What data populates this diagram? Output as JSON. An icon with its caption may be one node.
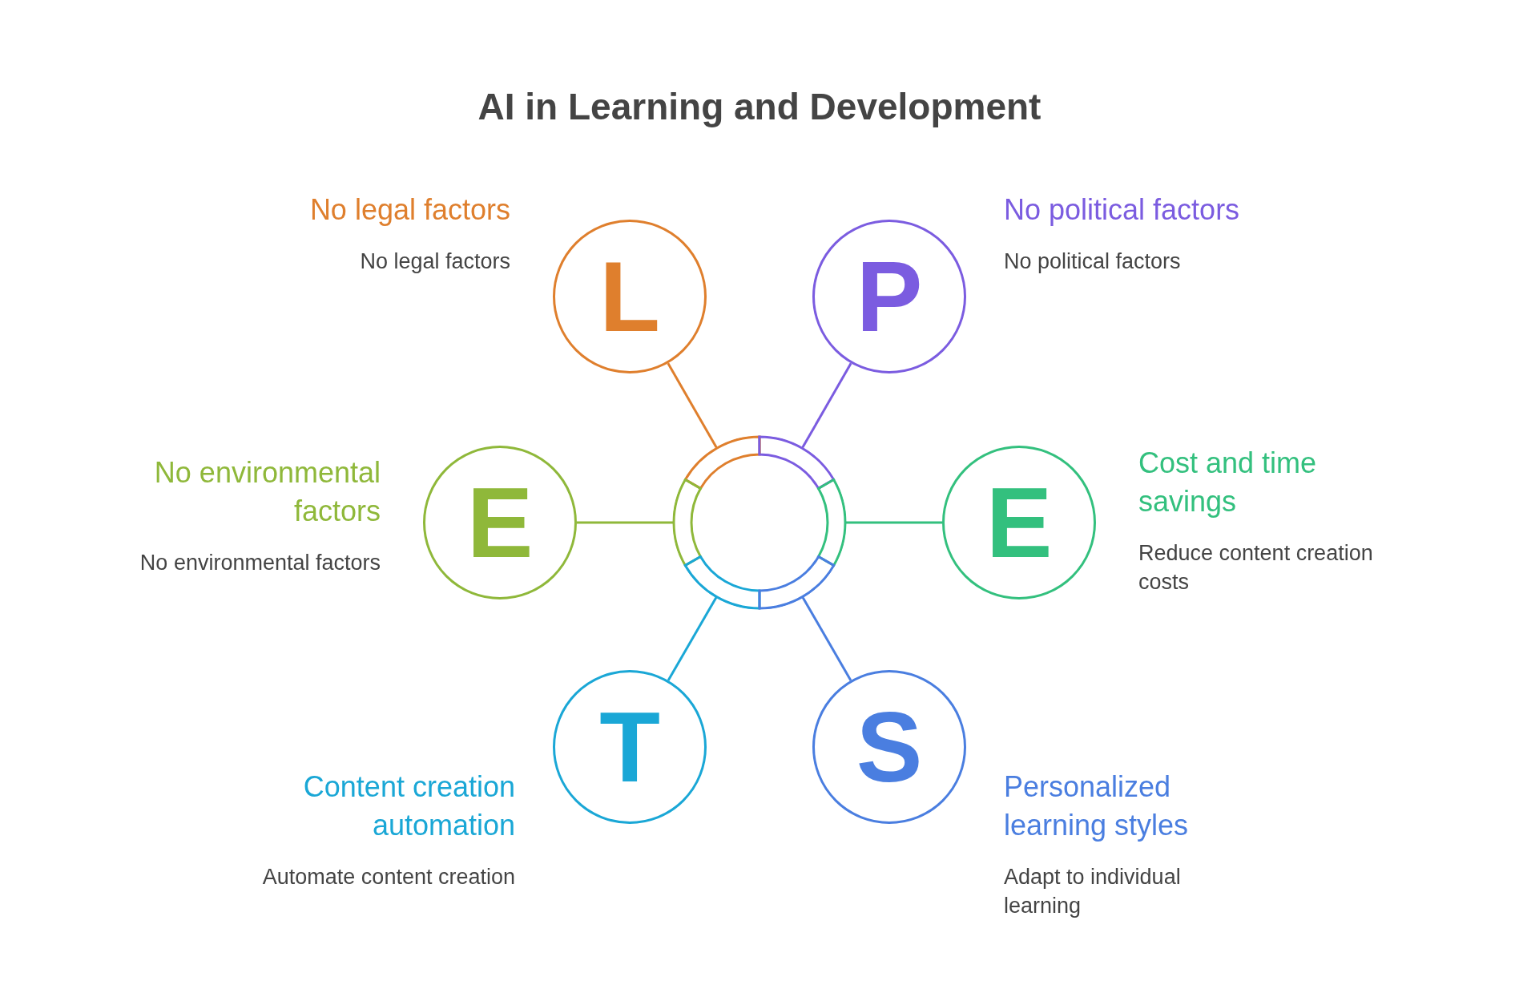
{
  "diagram": {
    "title": "AI in Learning and Development",
    "nodes": [
      {
        "text": [],
        "shape": "circle"
      },
      {
        "text": [
          "L"
        ],
        "beside": [
          "No legal factors",
          "No legal factors"
        ]
      },
      {
        "text": [
          "P"
        ],
        "beside": [
          "No political factors",
          "No political factors"
        ]
      },
      {
        "text": [
          "E"
        ],
        "beside": [
          "No environmental factors",
          "No environmental factors"
        ]
      },
      {
        "text": [
          "E"
        ],
        "beside": [
          "Cost and time savings",
          "Reduce content creation costs"
        ]
      },
      {
        "text": [
          "T"
        ],
        "beside": [
          "Content creation automation",
          "Automate content creation"
        ]
      },
      {
        "text": [
          "S"
        ],
        "beside": [
          "Personalized learning styles",
          "Adapt to individual learning"
        ]
      }
    ],
    "edges": [
      {
        "from": 0,
        "to": 1,
        "arrow": "none",
        "color": "#df7f2d"
      },
      {
        "from": 0,
        "to": 2,
        "arrow": "none",
        "color": "#7b5ce0"
      },
      {
        "from": 0,
        "to": 3,
        "arrow": "none",
        "color": "#8fb83a"
      },
      {
        "from": 0,
        "to": 4,
        "arrow": "none",
        "color": "#33c07e"
      },
      {
        "from": 0,
        "to": 5,
        "arrow": "none",
        "color": "#1aa7d6"
      },
      {
        "from": 0,
        "to": 6,
        "arrow": "none",
        "color": "#4a7ee0"
      }
    ]
  }
}
